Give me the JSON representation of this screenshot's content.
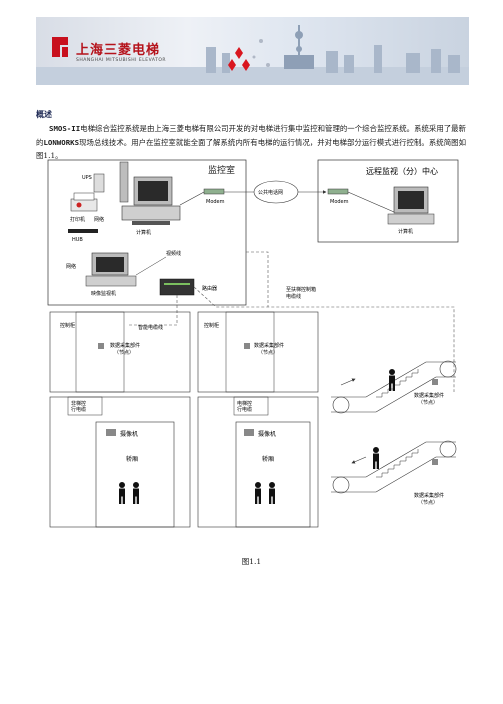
{
  "header": {
    "company_name_cn": "上海三菱电梯",
    "company_name_en": "SHANGHAI MITSUBISHI ELEVATOR"
  },
  "section": {
    "heading": "概述",
    "para_prefix": "SMOS-II",
    "para_part1": "电梯综合监控系统是由上海三菱电梯有限公司开发的对电梯进行集中监控和管理的一个综合监控系统。系统采用了最新的",
    "para_tech": "LONWORKS",
    "para_part2": "现场总线技术。用户在监控室就能全面了解系统内所有电梯的运行情况，并对电梯部分运行模式进行控制。系统简图如图1.1。"
  },
  "diagram": {
    "monitor_room": "监控室",
    "remote_center": "远程监视（分）中心",
    "ups": "UPS",
    "printer": "打印机",
    "network_label": "网络",
    "computer": "计算机",
    "hub": "HUB",
    "modem1": "Modem",
    "modem2": "Modem",
    "pstn": "公共电话网",
    "remote_computer": "计算机",
    "network_label2": "网络",
    "monitor_host": "映像监视机",
    "video_line": "视频线",
    "router": "路由器",
    "smart_node_line": "智能电缆线",
    "escalator_line": "至扶梯控制箱\n电缆线",
    "control_cabinet1": "控制柜",
    "control_cabinet2": "控制柜",
    "data_module1": "数据采集部件\n（节点）",
    "data_module2": "数据采集部件\n（节点）",
    "data_module3": "数据采集部件\n（节点）",
    "data_module4": "数据采集部件\n（节点）",
    "elevator_panel1": "非梯控\n行电缆",
    "elevator_panel2": "电梯控\n行电缆",
    "camera1": "摄像机",
    "camera2": "摄像机",
    "car1": "轿厢",
    "car2": "轿厢"
  },
  "caption": "图1.1"
}
